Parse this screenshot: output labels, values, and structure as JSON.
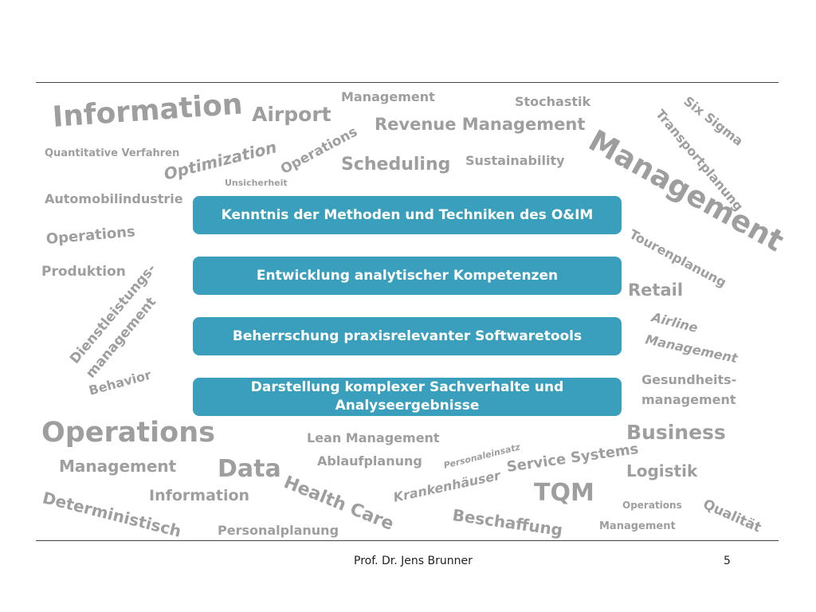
{
  "words": {
    "information_big": "Information",
    "airport": "Airport",
    "management_top": "Management",
    "stochastik": "Stochastik",
    "six_sigma": "Six Sigma",
    "transportplanung": "Transportplanung",
    "revenue_management": "Revenue Management",
    "quantitative_verfahren": "Quantitative Verfahren",
    "optimization": "Optimization",
    "operations_rot": "Operations",
    "scheduling": "Scheduling",
    "sustainability": "Sustainability",
    "management_big": "Management",
    "unsicherheit": "Unsicherheit",
    "automobilindustrie": "Automobilindustrie",
    "operations_left": "Operations",
    "tourenplanung": "Tourenplanung",
    "produktion": "Produktion",
    "retail": "Retail",
    "dienstleistungs": "Dienstleistungs-",
    "management_dl": "management",
    "airline": "Airline",
    "management_airline": "Management",
    "behavior": "Behavior",
    "gesundheits": "Gesundheits-",
    "management_gesundheit": "management",
    "operations_big": "Operations",
    "lean_management": "Lean Management",
    "business": "Business",
    "personaleinsatz": "Personaleinsatz",
    "management_left": "Management",
    "data": "Data",
    "ablaufplanung": "Ablaufplanung",
    "service_systems": "Service Systems",
    "logistik": "Logistik",
    "health_care": "Health Care",
    "krankenhaeuser": "Krankenhäuser",
    "information_small": "Information",
    "deterministisch": "Deterministisch",
    "tqm": "TQM",
    "operations_small": "Operations",
    "qualitaet": "Qualität",
    "beschaffung": "Beschaffung",
    "management_small": "Management",
    "personalplanung": "Personalplanung"
  },
  "boxes": [
    "Kenntnis der Methoden und Techniken des O&IM",
    "Entwicklung analytischer Kompetenzen",
    "Beherrschung praxisrelevanter Softwaretools",
    "Darstellung komplexer Sachverhalte und Analyseergebnisse"
  ],
  "footer": {
    "author": "Prof. Dr. Jens Brunner",
    "page_number": "5"
  },
  "colors": {
    "box": "#3a9fbd",
    "word": "#9e9e9e",
    "rule": "#444444"
  }
}
